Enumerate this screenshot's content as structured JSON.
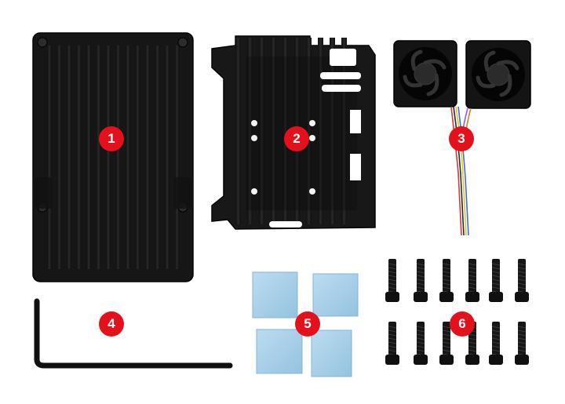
{
  "parts": [
    {
      "number": "1",
      "item": "top-cover-heatsink"
    },
    {
      "number": "2",
      "item": "case-frame"
    },
    {
      "number": "3",
      "item": "dual-cooling-fans"
    },
    {
      "number": "4",
      "item": "hex-key"
    },
    {
      "number": "5",
      "item": "thermal-pads"
    },
    {
      "number": "6",
      "item": "screws"
    }
  ],
  "colors": {
    "badge": "#e3111b",
    "metal": "#1a1a1a",
    "pad": "#a9cfe6"
  }
}
